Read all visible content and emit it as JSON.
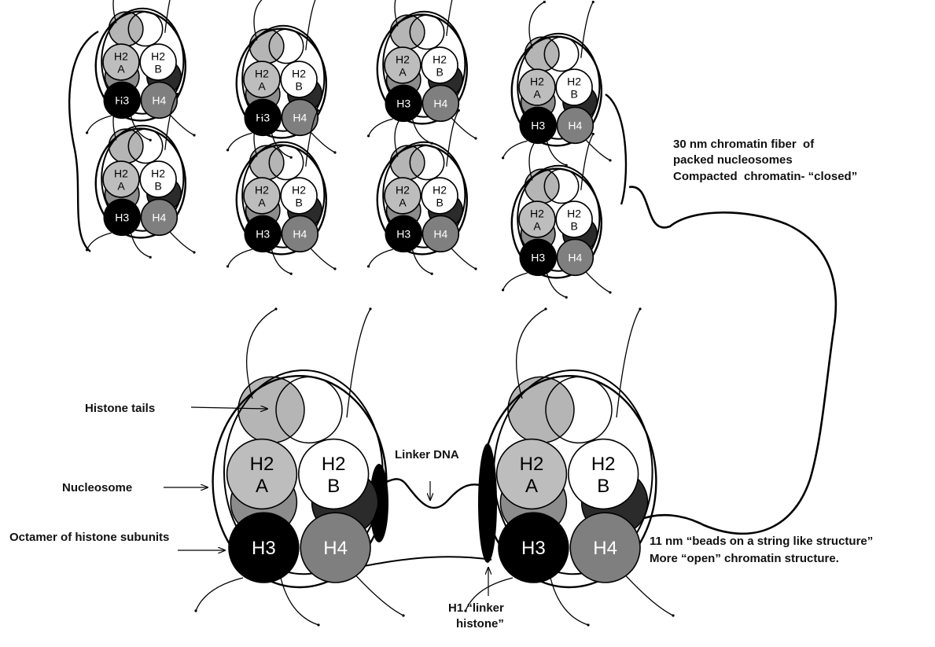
{
  "subunits": {
    "h2a": [
      "H2",
      "A"
    ],
    "h2b": [
      "H2",
      "B"
    ],
    "h3": "H3",
    "h4": "H4"
  },
  "colors": {
    "h2a": "#bdbdbd",
    "h2b": "#ffffff",
    "h3": "#000000",
    "h4": "#7f7f7f",
    "back_grey": "#8c8c8c",
    "back_light": "#b5b5b5",
    "back_dark": "#2b2b2b",
    "stroke": "#000000"
  },
  "labels": {
    "fiber_line1": "30 nm chromatin fiber  of",
    "fiber_line2": "packed nucleosomes",
    "fiber_line3": "Compacted  chromatin- “closed”",
    "histone_tails": "Histone tails",
    "nucleosome": "Nucleosome",
    "octamer": "Octamer of histone subunits",
    "linker_dna": "Linker DNA",
    "h1_line1": "H1 “linker",
    "h1_line2": "histone”",
    "beads_line1": "11 nm “beads on a string like structure”",
    "beads_line2": "More “open” chromatin structure."
  }
}
